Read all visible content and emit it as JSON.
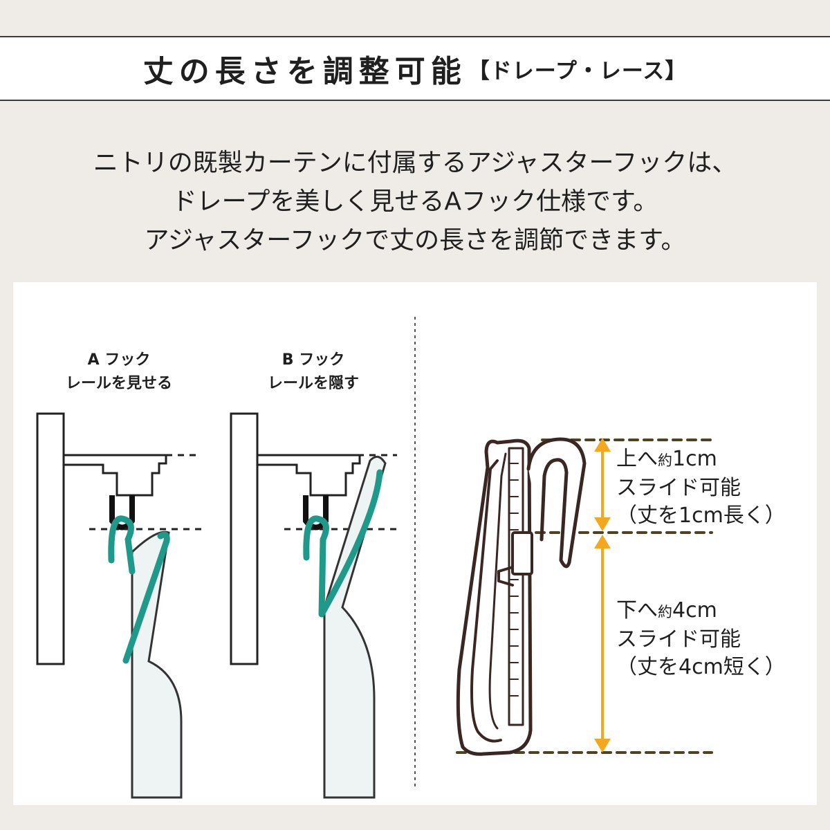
{
  "title": {
    "main": "丈の長さを調整可能",
    "sub": "【ドレープ・レース】"
  },
  "intro": {
    "line1": "ニトリの既製カーテンに付属するアジャスターフックは、",
    "line2": "ドレープを美しく見せるAフック仕様です。",
    "line3": "アジャスターフックで丈の長さを調節できます。"
  },
  "hooks": {
    "a": {
      "name": "A フック",
      "desc": "レールを見せる"
    },
    "b": {
      "name": "B フック",
      "desc": "レールを隠す"
    }
  },
  "slide": {
    "up": {
      "prefix": "上へ",
      "approx": "約",
      "amount": "1cm",
      "action": "スライド可能",
      "note": "（丈を1cm長く）"
    },
    "down": {
      "prefix": "下へ",
      "approx": "約",
      "amount": "4cm",
      "action": "スライド可能",
      "note": "（丈を4cm短く）"
    }
  },
  "colors": {
    "hook_teal": "#1f9a8a",
    "arrow": "#f4a81d",
    "guide": "#4e4220",
    "outline": "#3a2622"
  }
}
